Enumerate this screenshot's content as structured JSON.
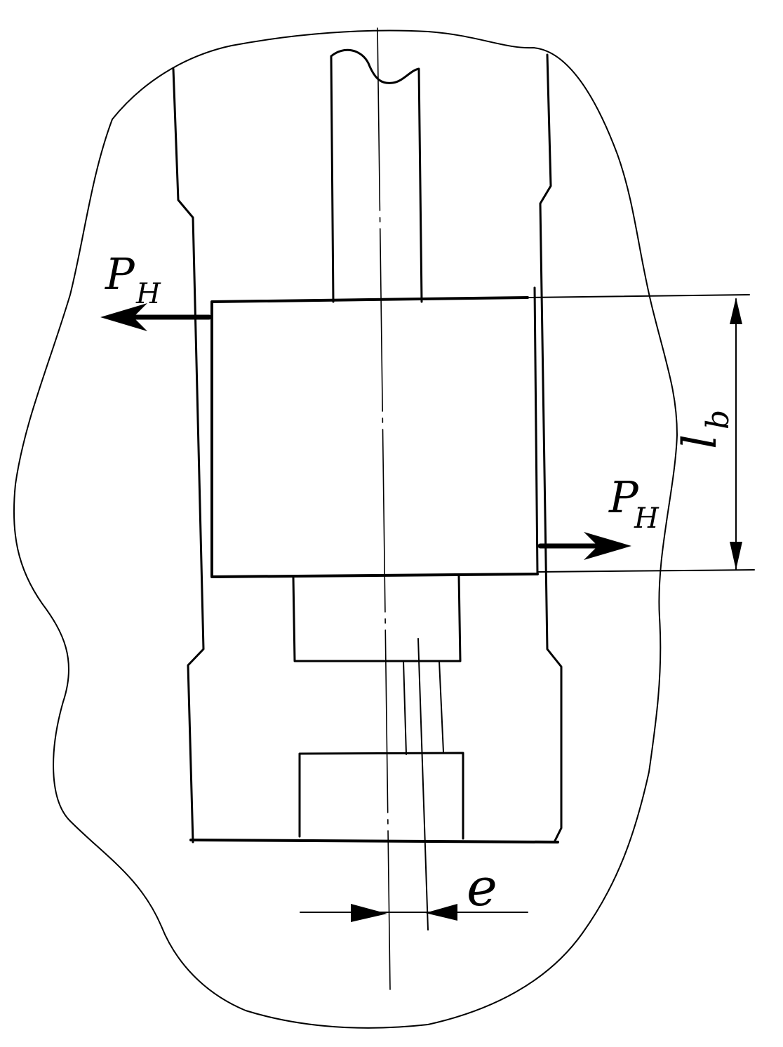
{
  "labels": {
    "force_left": "P",
    "force_left_sub": "H",
    "force_right": "P",
    "force_right_sub": "H",
    "length": "l",
    "length_sub": "b",
    "eccentricity": "e"
  },
  "colors": {
    "line": "#000000",
    "background": "#ffffff"
  }
}
